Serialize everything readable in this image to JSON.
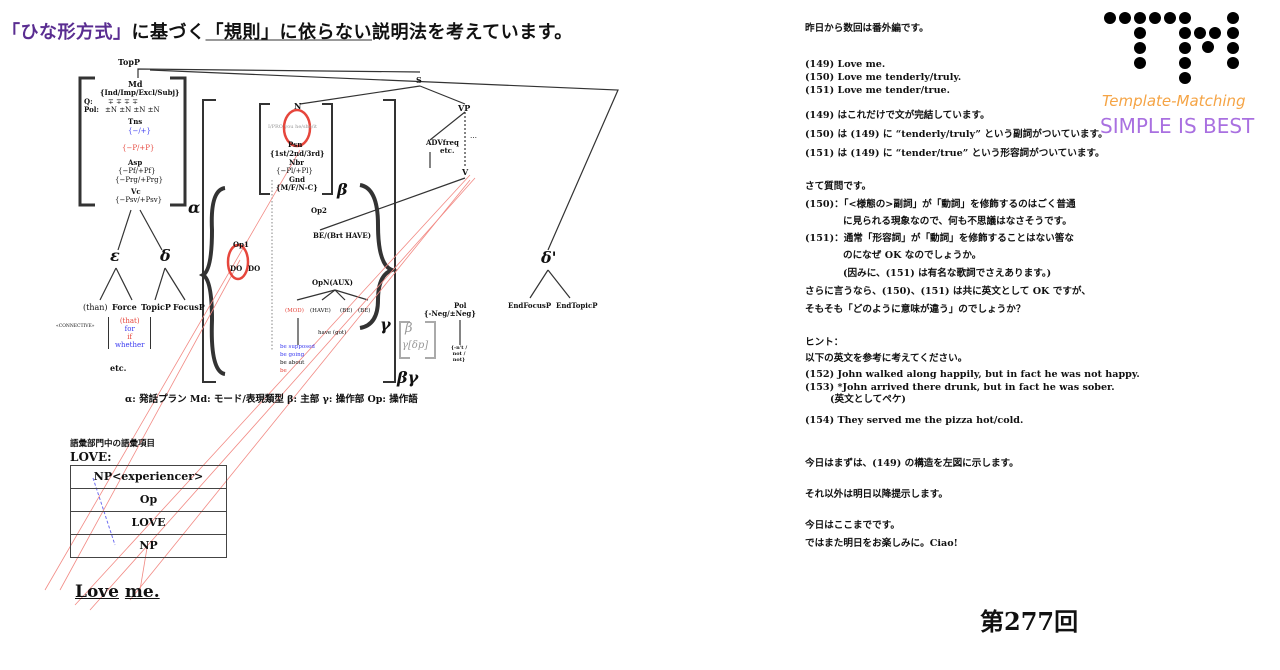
{
  "title": {
    "part1": "「ひな形方式」",
    "part2": "に基づく",
    "part3": "「規則」に依らない",
    "part4": "説明法を考えています。"
  },
  "colors": {
    "title_accent": "#5a2d91",
    "logo_orange": "#f5a445",
    "logo_purple": "#a970e0",
    "annotation_red": "#e6463c",
    "annotation_blue": "#3a3af0"
  },
  "logo": {
    "line1": "Template-Matching",
    "line2": "SIMPLE IS BEST"
  },
  "episode": "第277回",
  "diagram": {
    "topp": "TopP",
    "md": "Md",
    "md_opts": "{Ind/Imp/Excl/Subj}",
    "q": "Q:",
    "pol": "Pol:",
    "pm": "∓   ∓   ∓   ∓",
    "pn": "±N  ±N  ±N  ±N",
    "tns": "Tns",
    "tns1": "{−/+}",
    "tns2": "{−P/+P}",
    "asp": "Asp",
    "asp1": "{−Pf/+Pf}",
    "asp2": "{−Prg/+Prg}",
    "vc": "Vc",
    "vc1": "{−Psv/+Psv}",
    "alpha": "α",
    "epsilon": "ε",
    "delta": "δ",
    "delta_p": "δ'",
    "than": "(than)",
    "force": "Force",
    "topicp": "TopicP",
    "focusp": "FocusP",
    "connective": "«CONNECTIVE»",
    "comps": [
      "(that)",
      "for",
      "if",
      "whether"
    ],
    "etc": "etc.",
    "s": "S",
    "vp": "VP",
    "adv": "ADVfreq",
    "adv_etc": "etc.",
    "v": "V",
    "dots": "…",
    "n": "N",
    "n_feats": "I/PRO  you  he/she/it",
    "psn": "Psn",
    "psn1": "{1st/2nd/3rd}",
    "nbr": "Nbr",
    "nbr1": "{−Pl/+Pl}",
    "gnd": "Gnd",
    "gnd1": "{M/F/N-C}",
    "beta": "β",
    "op2": "Op2",
    "be": "BE/(Brt HAVE)",
    "op1": "Op1",
    "do1": "DO",
    "do2": "DO",
    "opn": "OpN(AUX)",
    "mod": "(MOD)",
    "have": "(HAVE)",
    "be2": "(BE)",
    "be3": "(BE)",
    "haves": "have (got)",
    "tolist": [
      "be  supposed",
      "be  going",
      "be  about",
      "be"
    ],
    "gamma": "γ",
    "betagamma": "βγ",
    "pol2": "Pol",
    "neg": "{-Neg/±Neg}",
    "nt": "{-n't / not / not}",
    "gb": "β",
    "gg": "γ[δp]",
    "endfocus": "EndFocusP",
    "endtopic": "EndTopicP",
    "legend": "α: 発話プラン   Md: モード/表現類型   β: 主部   γ: 操作部   Op: 操作語"
  },
  "lexicon": {
    "heading": "語彙部門中の語彙項目",
    "word": "LOVE:",
    "rows": [
      "NP<experiencer>",
      "Op",
      "LOVE",
      "NP"
    ],
    "sentence_w1": "Love",
    "sentence_w2": "me."
  },
  "right": {
    "lines": [
      "昨日から数回は番外編です。",
      "(149) Love me.",
      "(150) Love me tenderly/truly.",
      "(151) Love me tender/true.",
      "(149) はこれだけで文が完結しています。",
      "(150) は (149) に “tenderly/truly” という副詞がついています。",
      "(151) は (149) に “tender/true” という形容詞がついています。",
      "さて質問です。",
      "(150)：「<様態の>副詞」が「動詞」を修飾するのはごく普通",
      "に見られる現象なので、何も不思議はなさそうです。",
      "(151)：通常「形容詞」が「動詞」を修飾することはない筈な",
      "のになぜ OK なのでしょうか。",
      "(因みに、(151) は有名な歌詞でさえあります。)",
      "さらに言うなら、(150)、(151) は共に英文として OK ですが、",
      "そもそも「どのように意味が違う」のでしょうか？",
      "ヒント：",
      "以下の英文を参考に考えてください。",
      "(152) John walked along happily, but in fact he was not happy.",
      "(153) *John arrived there drunk, but in fact he was sober.",
      "(英文としてペケ)",
      "(154) They served me the pizza hot/cold.",
      "今日はまずは、(149) の構造を左図に示します。",
      "それ以外は明日以降提示します。",
      "今日はここまでです。",
      "ではまた明日をお楽しみに。Ciao!"
    ]
  }
}
